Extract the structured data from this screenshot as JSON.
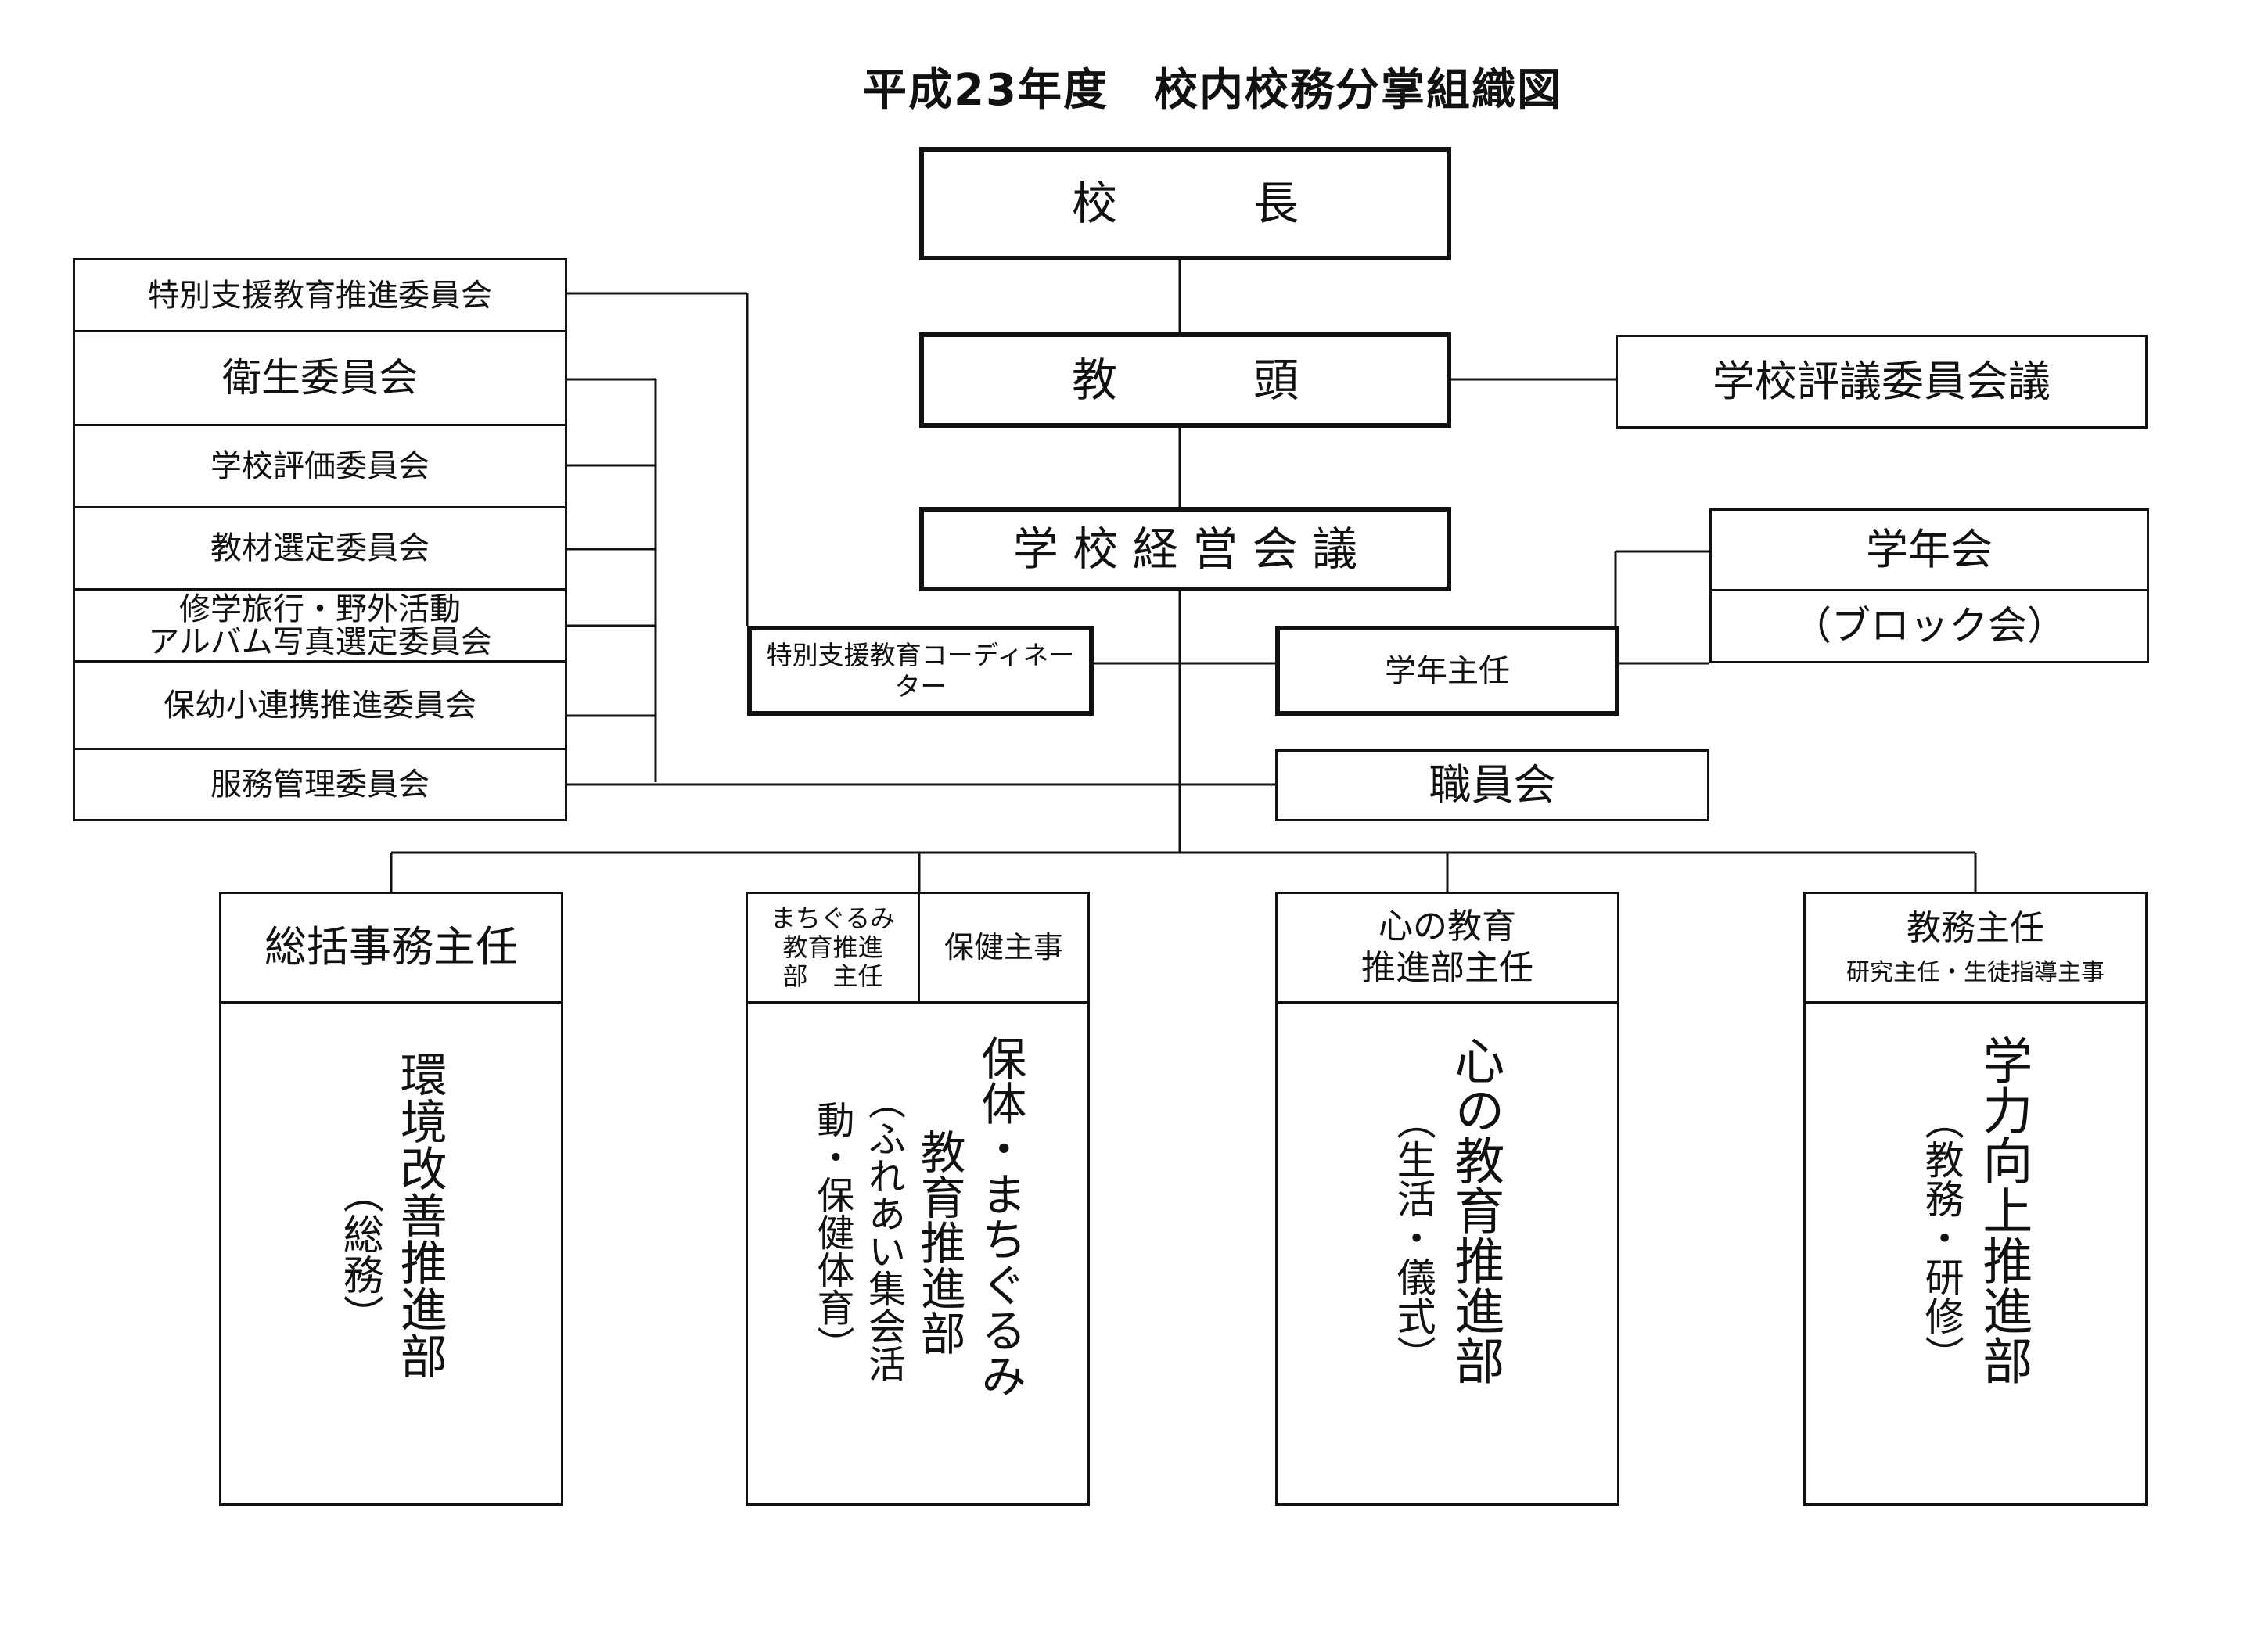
{
  "title": "平成23年度　校内校務分掌組織図",
  "top": {
    "principal": "校　　　長",
    "vice_principal": "教　　　頭",
    "management_council": "学 校 経 営 会 議",
    "school_council": "学校評議委員会議"
  },
  "committees": [
    "特別支援教育推進委員会",
    "衛生委員会",
    "学校評価委員会",
    "教材選定委員会",
    "修学旅行・野外活動\nアルバム写真選定委員会",
    "保幼小連携推進委員会",
    "服務管理委員会"
  ],
  "middle": {
    "special_coordinator": "特別支援教育コーディネー\nター",
    "grade_head": "学年主任",
    "grade_meeting": "学年会",
    "block_meeting": "（ブロック会）",
    "staff_meeting": "職員会"
  },
  "departments": [
    {
      "head": "総括事務主任",
      "body_main": "環境改善推進部",
      "body_sub": "（総務）"
    },
    {
      "head_left": "まちぐるみ\n教育推進\n部　主任",
      "head_right": "保健主事",
      "body_col1": "保体・まちぐるみ",
      "body_col2": "教育推進部",
      "body_col3": "（ふれあい集会活",
      "body_col4": "動・保健体育）"
    },
    {
      "head": "心の教育\n推進部主任",
      "body_main": "心の教育推進部",
      "body_sub": "（生活・儀式）"
    },
    {
      "head": "教務主任",
      "head_sub": "研究主任・生徒指導主事",
      "body_main": "学力向上推進部",
      "body_sub": "（教務・研修）"
    }
  ]
}
